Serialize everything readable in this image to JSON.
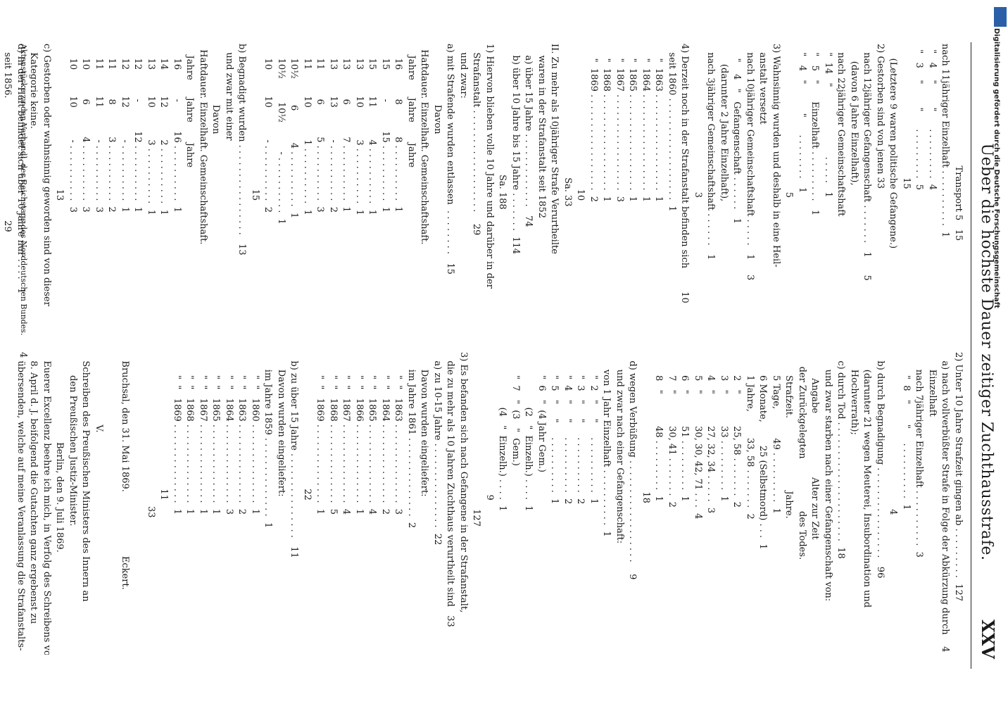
{
  "header": {
    "title": "Ueber die höchste Dauer zeitiger Zuchthausstrafe.",
    "page_number": "XXV"
  },
  "credit": {
    "text": "Digitalisierung gefördert durch die Deutsche Forschungsgemeinschaft",
    "logo": "DFG"
  },
  "footer": {
    "left": "Aktenstücke zu den Verhandl. des Reichstags des Norddeutschen Bundes.",
    "right": "4"
  },
  "left_column": [
    {
      "t": "                                          Transport 5   15"
    },
    {
      "t": "nach 11jähriger Einzelhaft . . . . . . . . . .  1"
    },
    {
      "t": "  \"   4    \"        \"      . . . . . . . . .  4"
    },
    {
      "t": "  \"   3    \"        \"      . . . . . . . . .  5"
    },
    {
      "t": "                                              15"
    },
    {
      "t": "     (Letztere 9 waren politische Gefangene.)"
    },
    {
      "t": "2) Gestorben sind von jenen 33"
    },
    {
      "t": "   nach 12jähriger Gefangenschaft . . . . . . .   1      5"
    },
    {
      "t": "      (davon 6 Jahre Einzelhaft),"
    },
    {
      "t": "   nach 22jähriger Gemeinschaftshaft"
    },
    {
      "t": "   \"  14   \"                        . . . . .   1"
    },
    {
      "t": "   \"   5   \"      Einzelhaft . . . . . . . . .   1"
    },
    {
      "t": "   \"   4   \"          \"      . . . . . . . .   1"
    },
    {
      "t": "                                                   5"
    },
    {
      "t": "3) Wahnsinnig wurden und deshalb in eine Heil-"
    },
    {
      "t": "   anstalt versetzt"
    },
    {
      "t": "   nach 10jähriger Gemeinschaftshaft . . . . .   1     3"
    },
    {
      "t": "     \"    4   \"   Gefangenschaft . . . . . .   1"
    },
    {
      "t": "       (darunter 2 Jahre Einzelhaft),"
    },
    {
      "t": "   nach 3jähriger Gemeinschaftshaft . . . . . .   1"
    },
    {
      "t": "                                                   3"
    },
    {
      "t": "4) Derzeit noch in der Strafanstalt befinden sich        10"
    },
    {
      "t": "   seit 1860 . . . . . . . . . . . . . . . . . .  1"
    },
    {
      "t": "     \"  1863 . . . . . . . . . . . . . . . . .  1"
    },
    {
      "t": "     \"  1864 . . . . . . . . . . . . . . . . .  1"
    },
    {
      "t": "     \"  1865 . . . . . . . . . . . . . . . . .  1"
    },
    {
      "t": "     \"  1867 . . . . . . . . . . . . . . . . .  3"
    },
    {
      "t": "     \"  1868 . . . . . . . . . . . . . . . . .  1"
    },
    {
      "t": "     \"  1869 . . . . . . . . . . . . . . . . .  2"
    },
    {
      "t": "                                                  10"
    },
    {
      "t": "                                              Sa. 33"
    },
    {
      "t": "II. Zu mehr als 10jähriger Strafe Verurtheilte"
    },
    {
      "t": "    waren in der Strafanstalt seit 1852"
    },
    {
      "t": "    a) über 15 Jahre . . . . . . . . . . . . .   74"
    },
    {
      "t": "    b) über 10 Jahre bis 15 Jahre . . . . . . .  114"
    },
    {
      "t": "                                             Sa. 188"
    },
    {
      "t": "1) Hiervon blieben volle 10 Jahre und darüber in der"
    },
    {
      "t": "   Strafanstalt . . . . . . . . . . . . . . . . . .    29"
    },
    {
      "t": "   und zwar:"
    },
    {
      "t": "a) mit Strafende wurden entlassen  . . . . . . . .   15"
    },
    {
      "t": "                     Davon"
    },
    {
      "t": "  Haftdauer. Einzelhaft. Gemeinschaftshaft."
    },
    {
      "t": "    Jahre      Jahre       Jahre"
    },
    {
      "t": "     16          8           8 . . . . . . . . . .  1"
    },
    {
      "t": "     15          -          15 . . . . . . . . . .  1"
    },
    {
      "t": "     15         11           4 . . . . . . . . . .  1"
    },
    {
      "t": "     13         10           3 . . . . . . . . . .  1"
    },
    {
      "t": "     13          6           7 . . . . . . . . . .  1"
    },
    {
      "t": "     13         13           - . . . . . . . . . .  2"
    },
    {
      "t": "     11          6           5 . . . . . . . . . .  3"
    },
    {
      "t": "     11         10           1 . . . . . . . . . .  1"
    },
    {
      "t": "     10½         6           4 . . . . . . . . . .  1"
    },
    {
      "t": "     10½        10½          - . . . . . . . . . .  1"
    },
    {
      "t": "     10         10           - . . . . . . . . . .  2"
    },
    {
      "t": "                                                  15"
    },
    {
      "t": "b) Begnadigt wurden . . . . . . . . . . . . . . . .   13"
    },
    {
      "t": "   und zwar mit einer"
    },
    {
      "t": "                     Davon"
    },
    {
      "t": "  Haftdauer. Einzelhaft. Gemeinschaftshaft."
    },
    {
      "t": "    Jahre      Jahre       Jahre"
    },
    {
      "t": "     16          -          16 . . . . . . . . . .  1"
    },
    {
      "t": "     14         12           2 . . . . . . . . . .  1"
    },
    {
      "t": "     13         10           3 . . . . . . . . . .  1"
    },
    {
      "t": "     12          -          12 . . . . . . . . . .  1"
    },
    {
      "t": "     12         12           - . . . . . . . . . .  1"
    },
    {
      "t": "     11          8           3 . . . . . . . . . .  2"
    },
    {
      "t": "     11         11           - . . . . . . . . . .  3"
    },
    {
      "t": "     10          6           4 . . . . . . . . . .  3"
    },
    {
      "t": "     10         10           - . . . . . . . . . .  3"
    },
    {
      "t": "                                                  13"
    },
    {
      "t": "c) Gestorben oder wahnsinnig geworden sind von dieser"
    },
    {
      "t": "   Kategorie keine."
    },
    {
      "t": "d) In der Haft befindet sich über 10 Jahre nur . . . .   1"
    },
    {
      "t": "   seit 1856.                                          29"
    }
  ],
  "right_column": [
    {
      "t": "2) Unter 10 Jahre Strafzeit gingen ab . . . . . . . . .  127"
    },
    {
      "t": "   a) nach vollverbüßter Strafe in Folge der Abkürzung durch    4"
    },
    {
      "t": "      Einzelhaft"
    },
    {
      "t": "      nach 7jähriger Einzelhaft . . . . . . . . . .  3"
    },
    {
      "t": "        \"  8   \"       \"     . . . . . . . . . .  1"
    },
    {
      "t": "                                                      4"
    },
    {
      "t": "   b) durch Begnadigung . . . . . . . . . . . . . . . .   96"
    },
    {
      "t": "      (darunter 21 wegen Meuterei, Insubordination und"
    },
    {
      "t": "      Hochverrath);"
    },
    {
      "t": "   c) durch Tod . . . . . . . . . . . . . . . . . . . . .  18"
    },
    {
      "t": "      und zwar starben nach einer Gefangenschaft von:"
    },
    {
      "t": "         Angabe                      Alter zur Zeit"
    },
    {
      "t": "     der Zurückgelegten                  des Todes."
    },
    {
      "t": "        Strafzeit.                         Jahre."
    },
    {
      "t": "        5 Tage,          49 . . . . . . . . .  1"
    },
    {
      "t": "        6 Monate,        25 (Selbstmord) . . .  1"
    },
    {
      "t": "        1 Jahre,         33, 58 . . . . . . .  2"
    },
    {
      "t": "        2   \"           25, 58 . . . . . . .  2"
    },
    {
      "t": "        3   \"           33 . . . . . . . . .  1"
    },
    {
      "t": "        4   \"           27, 32, 34 . . . . .  3"
    },
    {
      "t": "        5   \"           30, 30, 42, 71 . . .  4"
    },
    {
      "t": "        6   \"           51 . . . . . . . . .  1"
    },
    {
      "t": "        7   \"           30, 41 . . . . . . .  2"
    },
    {
      "t": "        8   \"           48 . . . . . . . . .  1"
    },
    {
      "t": "                                                18"
    },
    {
      "t": "   d) wegen Verbüßung . . . . . . . . . . . . . . . . . .    9"
    },
    {
      "t": "      und zwar nach einer Gefangenschaft:"
    },
    {
      "t": "      von 1 Jahr Einzelhaft . . . . . . . . . .  1"
    },
    {
      "t": "        \"  2   \"     \"     . . . . . . . . . .  1"
    },
    {
      "t": "        \"  3   \"     \"     . . . . . . . . . .  2"
    },
    {
      "t": "        \"  4   \"     \"     . . . . . . . . . .  2"
    },
    {
      "t": "        \"  5   \"     \"     . . . . . . . . . .  1"
    },
    {
      "t": "        \"  6   \"  (4 Jahr Gem.)"
    },
    {
      "t": "                   (2   \"  Einzelh.) . . . .  1"
    },
    {
      "t": "        \"  7   \"  (3   \"  Gem.)"
    },
    {
      "t": "                   (4   \"  Einzelh.) . . . .  1"
    },
    {
      "t": "                                                 9"
    },
    {
      "t": "                                                      127"
    },
    {
      "t": "3) Es befanden sich nach Gefangene in der Strafanstalt,"
    },
    {
      "t": "   die zu mehr als 10 Jahren Zuchthaus verurtheilt sind   33"
    },
    {
      "t": "   a) zu 10-15 Jahre . . . . . . . . . . . . . . .  22"
    },
    {
      "t": "      Davon wurden eingeliefert:"
    },
    {
      "t": "      im Jahre 1861 . . . . . . . . . . . . . .  2"
    },
    {
      "t": "        \"  \"   1863 . . . . . . . . . . . . . .  3"
    },
    {
      "t": "        \"  \"   1864 . . . . . . . . . . . . . .  2"
    },
    {
      "t": "        \"  \"   1865 . . . . . . . . . . . . . .  4"
    },
    {
      "t": "        \"  \"   1866 . . . . . . . . . . . . . .  1"
    },
    {
      "t": "        \"  \"   1867 . . . . . . . . . . . . . .  4"
    },
    {
      "t": "        \"  \"   1868 . . . . . . . . . . . . . .  5"
    },
    {
      "t": "        \"  \"   1869 . . . . . . . . . . . . . .  1"
    },
    {
      "t": "                                               22"
    },
    {
      "t": "   b) zu über 15 Jahre . . . . . . . . . . . . . . .   11"
    },
    {
      "t": "      Davon wurden eingeliefert:"
    },
    {
      "t": "      im Jahre 1859 . . . . . . . . . . . . . .  1"
    },
    {
      "t": "        \"  \"   1860 . . . . . . . . . . . . . .  1"
    },
    {
      "t": "        \"  \"   1863 . . . . . . . . . . . . . .  2"
    },
    {
      "t": "        \"  \"   1864 . . . . . . . . . . . . . .  3"
    },
    {
      "t": "        \"  \"   1865 . . . . . . . . . . . . . .  1"
    },
    {
      "t": "        \"  \"   1867 . . . . . . . . . . . . . .  1"
    },
    {
      "t": "        \"  \"   1868 . . . . . . . . . . . . . .  1"
    },
    {
      "t": "        \"  \"   1869 . . . . . . . . . . . . . .  1"
    },
    {
      "t": "                                               11"
    },
    {
      "t": "                                                     33"
    },
    {
      "t": ""
    },
    {
      "t": "   Bruchsal, den 31. Mai 1869.                      Eckert."
    },
    {
      "t": ""
    },
    {
      "t": "                         V."
    },
    {
      "t": "   Schreiben des Preußischen Ministers des Innern an"
    },
    {
      "t": "        den Preußischen Justiz-Minister."
    },
    {
      "t": "                               Berlin, den 9. Juli 1869."
    },
    {
      "t": "   Euerer Excellenz beehre ich mich, in Verfolg des Schreibens vom"
    },
    {
      "t": "   8. April d. J. beifolgend die Gutachten ganz ergebenst zu"
    },
    {
      "t": "   übersenden, welche auf meine Veranlassung die Strafanstalts-"
    }
  ]
}
